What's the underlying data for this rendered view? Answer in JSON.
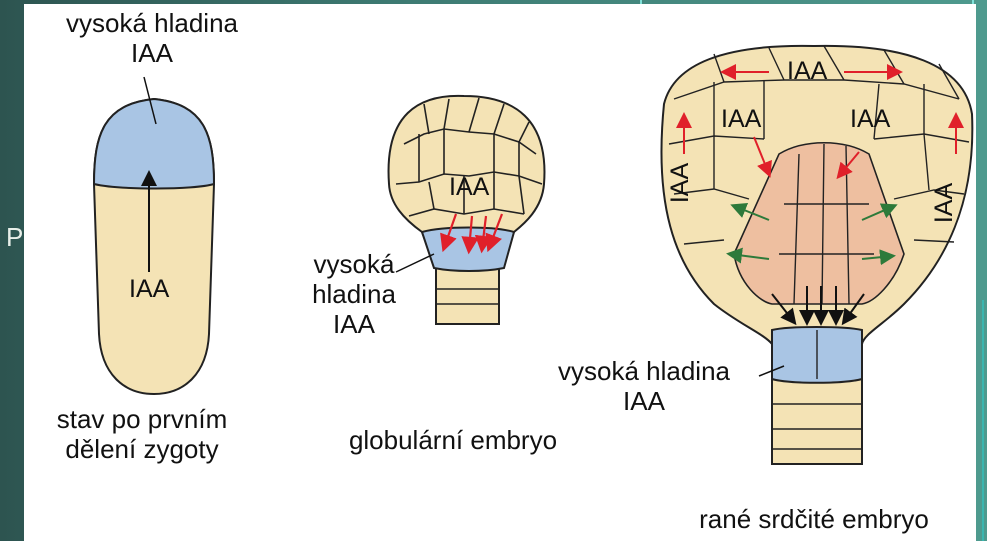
{
  "background": {
    "letter": "P"
  },
  "colors": {
    "cell_fill": "#f4e3b5",
    "high_iaa": "#a9c5e4",
    "heart_core": "#eebfa0",
    "arrow_red": "#e0202a",
    "arrow_green": "#2d7a3a",
    "line": "#222222"
  },
  "stage1": {
    "top_label_line1": "vysoká hladina",
    "top_label_line2": "IAA",
    "iaa": "IAA",
    "caption_line1": "stav po prvním",
    "caption_line2": "dělení zygoty"
  },
  "stage2": {
    "iaa": "IAA",
    "label_line1": "vysoká",
    "label_line2": "hladina",
    "label_line3": "IAA",
    "caption": "globulární embryo"
  },
  "stage3": {
    "iaa_top": "IAA",
    "iaa_left_inner": "IAA",
    "iaa_right_inner": "IAA",
    "iaa_left_side": "IAA",
    "iaa_right_side": "IAA",
    "label_line1": "vysoká hladina",
    "label_line2": "IAA",
    "caption": "rané srdčité embryo"
  }
}
